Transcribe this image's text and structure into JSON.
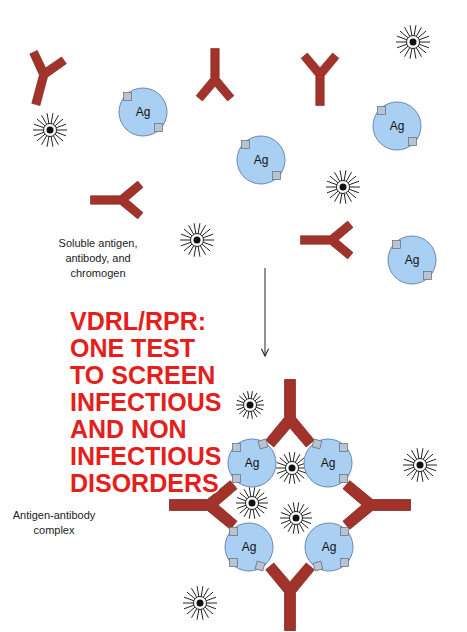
{
  "diagram": {
    "title": "VDRL/RPR: ONE TEST TO SCREEN INFECTIOUS AND NON INFECTIOUS DISORDERS",
    "nodes": [
      {
        "text": [
          "Ag"
        ]
      },
      {
        "text": [
          "Ag"
        ]
      },
      {
        "text": [
          "Ag"
        ]
      },
      {
        "text": [
          "Ag"
        ]
      },
      {
        "text": [
          "Ag"
        ]
      },
      {
        "text": [
          "Ag"
        ]
      },
      {
        "text": [
          "Ag"
        ]
      },
      {
        "text": [
          "Ag"
        ]
      }
    ],
    "labels": [
      "Soluble antigen, antibody, and chromogen",
      "Antigen-antibody complex"
    ]
  }
}
